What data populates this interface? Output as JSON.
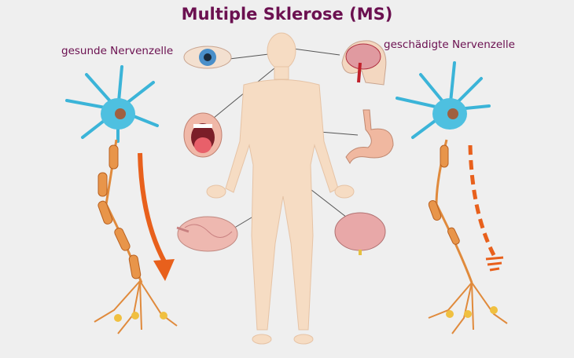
{
  "title": "Multiple Sklerose (MS)",
  "labels": {
    "healthy": "gesunde Nervenzelle",
    "damaged": "geschädigte Nervenzelle"
  },
  "colors": {
    "title": "#6b1050",
    "arrow": "#e8601c",
    "neuron": "#3bb4d8",
    "skin": "#f6dcc3",
    "axon": "#e08a3c"
  }
}
